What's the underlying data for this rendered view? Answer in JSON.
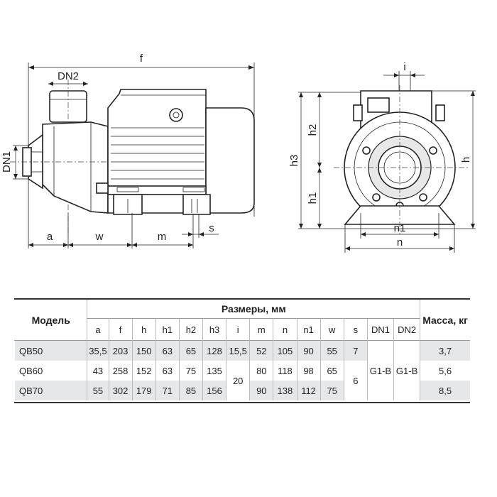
{
  "drawing": {
    "side_view_labels": {
      "f": "f",
      "dn2": "DN2",
      "dn1": "DN1",
      "a": "a",
      "w": "w",
      "m": "m",
      "s": "s"
    },
    "front_view_labels": {
      "i": "i",
      "h2": "h2",
      "h3": "h3",
      "h": "h",
      "h1": "h1",
      "n1": "n1",
      "n": "n"
    }
  },
  "table": {
    "header_model": "Модель",
    "header_dimensions": "Размеры, мм",
    "header_mass": "Масса, кг",
    "columns": [
      "a",
      "f",
      "h",
      "h1",
      "h2",
      "h3",
      "i",
      "m",
      "n",
      "n1",
      "w",
      "s",
      "DN1",
      "DN2"
    ],
    "rows": [
      {
        "model": "QB50",
        "a": "35,5",
        "f": "203",
        "h": "150",
        "h1": "63",
        "h2": "65",
        "h3": "128",
        "i": "15,5",
        "m": "52",
        "n": "105",
        "n1": "90",
        "w": "55",
        "s": "7",
        "mass": "3,7"
      },
      {
        "model": "QB60",
        "a": "43",
        "f": "258",
        "h": "152",
        "h1": "63",
        "h2": "75",
        "h3": "135",
        "m": "80",
        "n": "118",
        "n1": "98",
        "w": "65",
        "mass": "5,6"
      },
      {
        "model": "QB70",
        "a": "55",
        "f": "302",
        "h": "179",
        "h1": "71",
        "h2": "85",
        "h3": "156",
        "m": "90",
        "n": "138",
        "n1": "112",
        "w": "75",
        "mass": "8,5"
      }
    ],
    "merged": {
      "i": "20",
      "s": "6",
      "dn1": "G1-B",
      "dn2": "G1-B"
    }
  }
}
